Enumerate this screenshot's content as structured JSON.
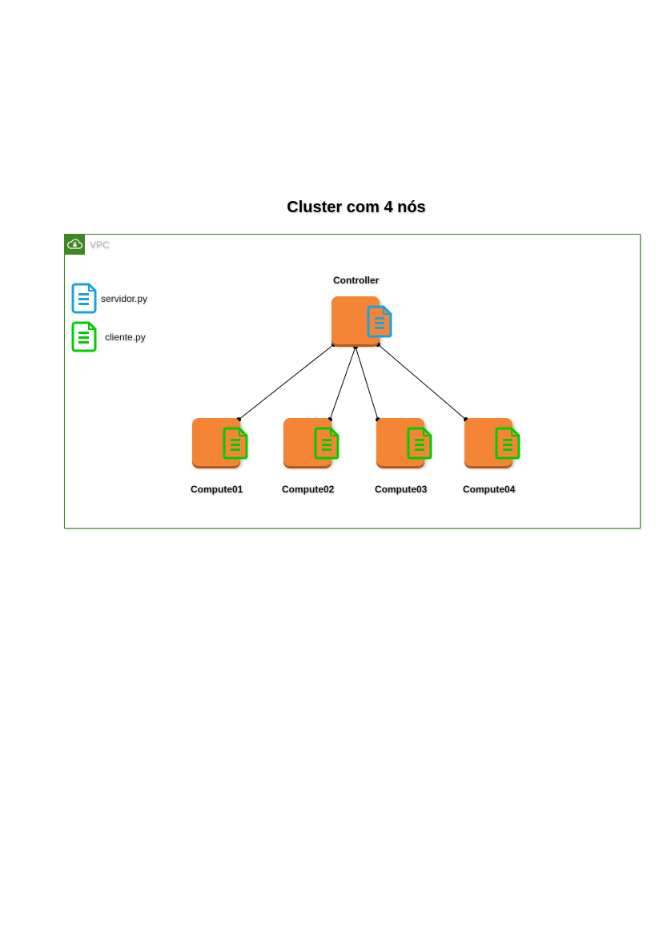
{
  "title": "Cluster com 4 nós",
  "vpc": {
    "label": "VPC",
    "border_color": "#3f8624"
  },
  "legend": [
    {
      "label": "servidor.py",
      "icon": "document-icon",
      "color": "#1ba1e2"
    },
    {
      "label": "cliente.py",
      "icon": "document-icon",
      "color": "#00cc00"
    }
  ],
  "nodes": {
    "controller": {
      "label": "Controller",
      "color": "#f58536",
      "file": "servidor.py"
    },
    "computes": [
      {
        "label": "Compute01",
        "file": "cliente.py"
      },
      {
        "label": "Compute02",
        "file": "cliente.py"
      },
      {
        "label": "Compute03",
        "file": "cliente.py"
      },
      {
        "label": "Compute04",
        "file": "cliente.py"
      }
    ]
  },
  "edges": [
    {
      "from": "Controller",
      "to": "Compute01"
    },
    {
      "from": "Controller",
      "to": "Compute02"
    },
    {
      "from": "Controller",
      "to": "Compute03"
    },
    {
      "from": "Controller",
      "to": "Compute04"
    }
  ]
}
